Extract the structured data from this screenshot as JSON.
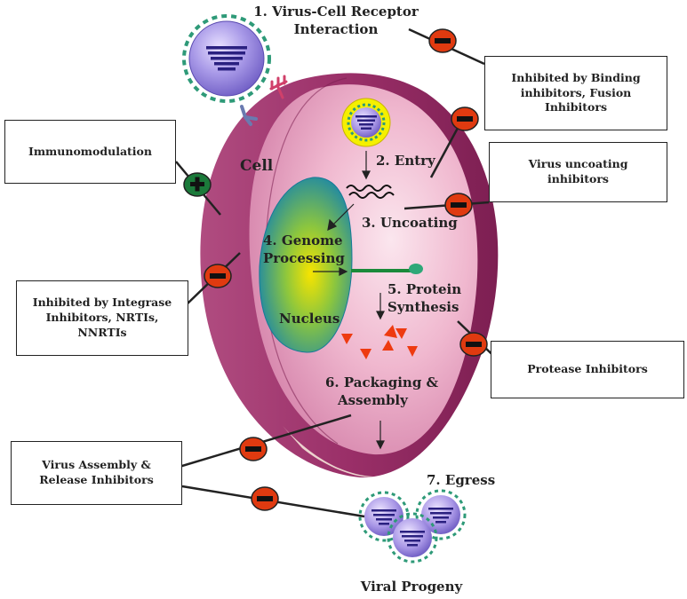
{
  "steps": {
    "s1_line1": "1. Virus-Cell Receptor",
    "s1_line2": "Interaction",
    "s2": "2. Entry",
    "s3": "3. Uncoating",
    "s4_line1": "4. Genome",
    "s4_line2": "Processing",
    "s5_line1": "5. Protein",
    "s5_line2": "Synthesis",
    "s6_line1": "6. Packaging &",
    "s6_line2": "Assembly",
    "s7": "7. Egress"
  },
  "labels": {
    "cell": "Cell",
    "nucleus": "Nucleus",
    "viral_progeny": "Viral Progeny"
  },
  "boxes": {
    "binding": [
      "Inhibited by Binding",
      "inhibitors, Fusion",
      "Inhibitors"
    ],
    "uncoating": [
      "Virus uncoating",
      "inhibitors"
    ],
    "immuno": [
      "Immunomodulation"
    ],
    "integrase": [
      "Inhibited by Integrase",
      "Inhibitors, NRTIs,",
      "NNRTIs"
    ],
    "protease": [
      "Protease Inhibitors"
    ],
    "assembly": [
      "Virus Assembly &",
      "Release Inhibitors"
    ]
  },
  "colors": {
    "cell_membrane": "#a0386e",
    "cytoplasm": "#e8a0c0",
    "nucleus_outer": "#1b8aa8",
    "nucleus_center": "#f5e600",
    "virus_core": "#8f7fd8",
    "virus_envelope": "#2e9a78",
    "inhibit_badge": "#e03a10",
    "enhance_badge": "#1b7a3a",
    "protein_triangle": "#ee3a10",
    "receptor": "#6a7ab0",
    "receptor_alt": "#d0406a"
  },
  "icons": [
    "minus-sign-icon",
    "plus-sign-icon"
  ]
}
